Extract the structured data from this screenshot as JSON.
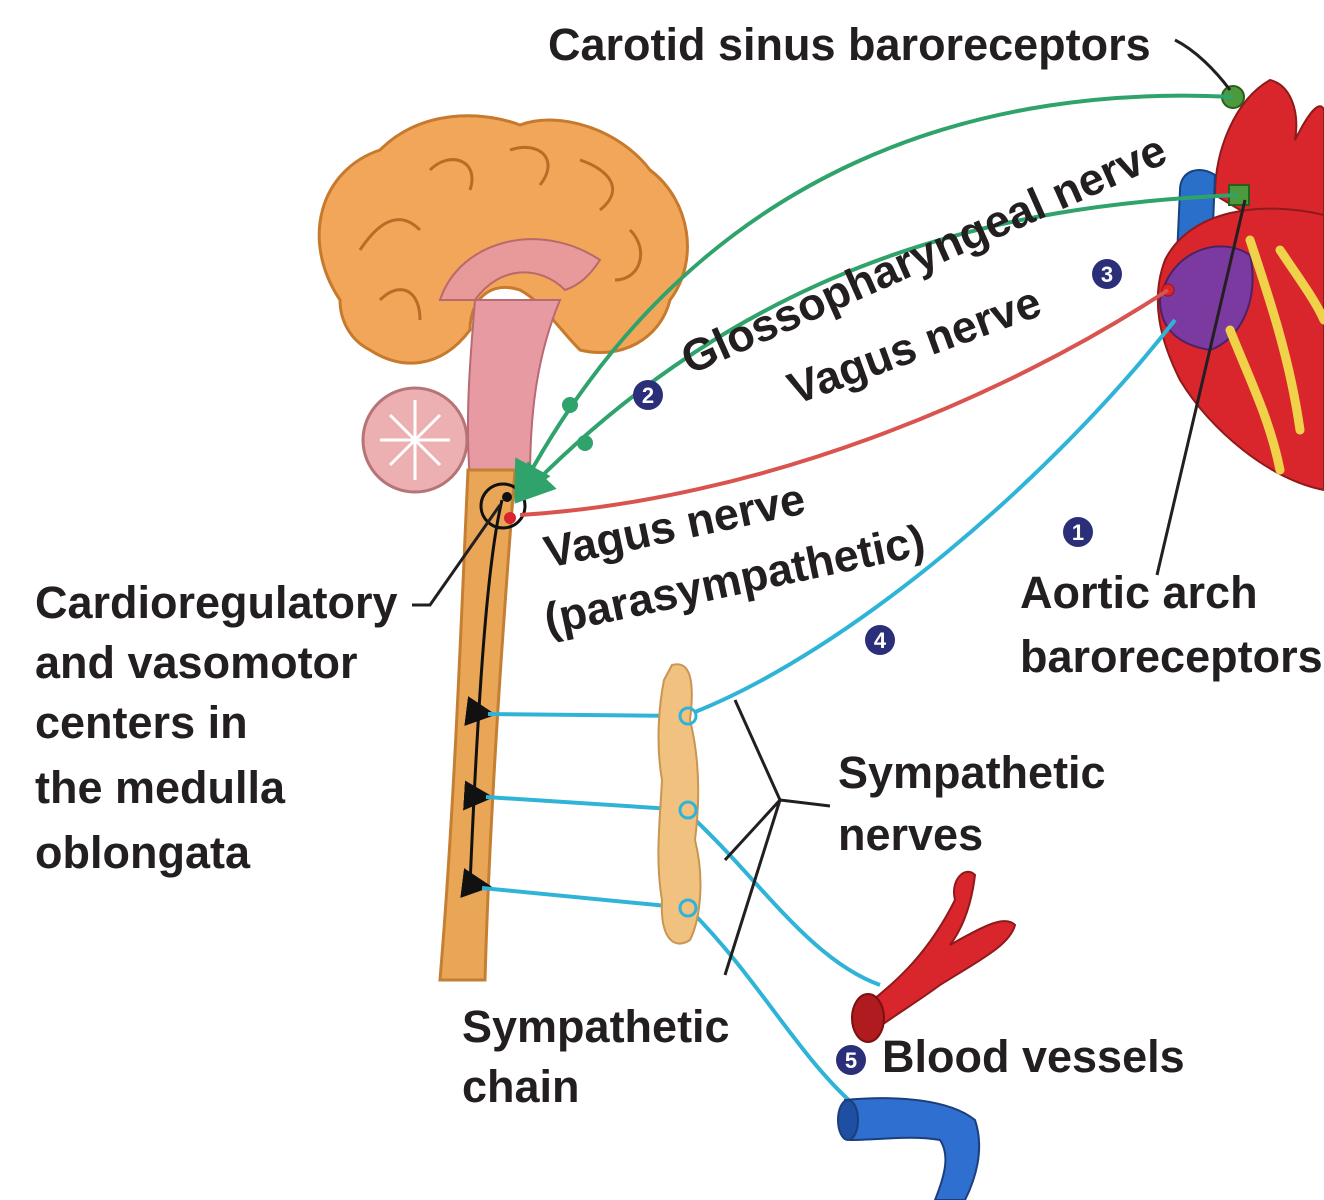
{
  "labels": {
    "carotid": "Carotid sinus baroreceptors",
    "glosso": "Glossopharyngeal nerve",
    "vagus_upper": "Vagus nerve",
    "vagus_para_1": "Vagus nerve",
    "vagus_para_2": "(parasympathetic)",
    "cardio_1": "Cardioregulatory",
    "cardio_2": "and vasomotor",
    "cardio_3": "centers in",
    "cardio_4": "the medulla",
    "cardio_5": "oblongata",
    "aortic_1": "Aortic arch",
    "aortic_2": "baroreceptors",
    "symp_nerves_1": "Sympathetic",
    "symp_nerves_2": "nerves",
    "symp_chain_1": "Sympathetic",
    "symp_chain_2": "chain",
    "vessels": "Blood vessels"
  },
  "badges": {
    "b1": "1",
    "b2": "2",
    "b3": "3",
    "b4": "4",
    "b5": "5"
  },
  "colors": {
    "sensory_nerve": "#2fa36b",
    "vagus_efferent": "#d9534f",
    "sympathetic_nerve": "#2fb4d8",
    "badge": "#2b2f7a",
    "brain": "#f2a65a",
    "spinal_cord": "#e9a657",
    "heart_red": "#d9262c",
    "heart_blue": "#2a6fc9",
    "vein_blue": "#2f6fd0"
  }
}
